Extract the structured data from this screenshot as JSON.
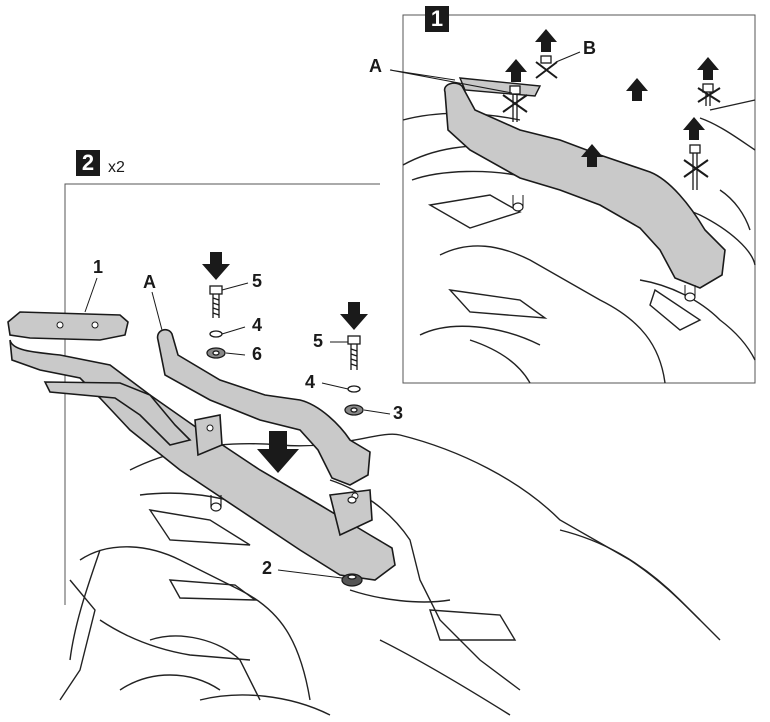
{
  "step1": {
    "number": "1"
  },
  "step2": {
    "number": "2",
    "multiplier": "x2"
  },
  "callouts": {
    "a1": "A",
    "b": "B",
    "one": "1",
    "a2": "A",
    "five_a": "5",
    "four_a": "4",
    "six": "6",
    "five_b": "5",
    "four_b": "4",
    "three": "3",
    "two": "2"
  },
  "colors": {
    "part_fill": "#c9c9c9",
    "line": "#1a1a1a",
    "bg": "#ffffff"
  },
  "icons": [
    "down-arrow-icon",
    "up-arrow-icon",
    "cross-out-icon"
  ]
}
